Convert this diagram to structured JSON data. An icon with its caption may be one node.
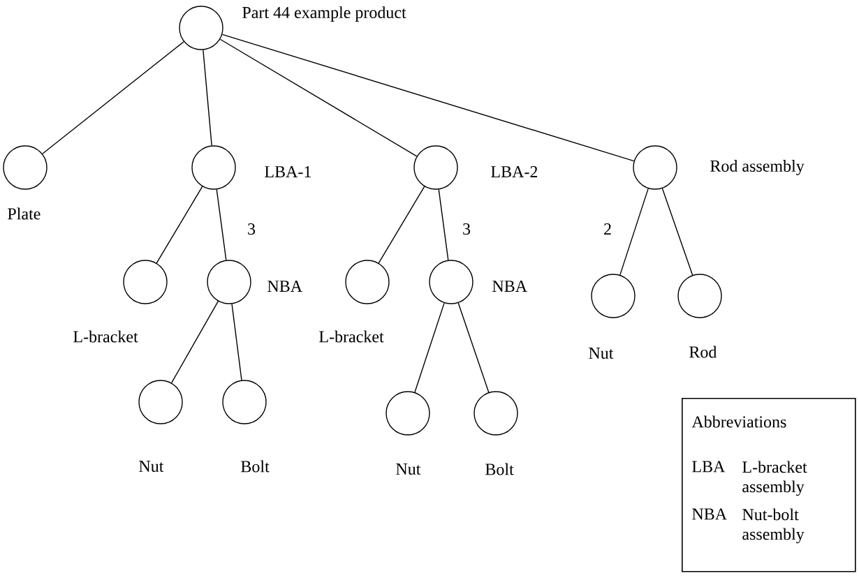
{
  "diagram": {
    "nodes": [
      {
        "text": [
          "Part 44 example product"
        ]
      },
      {
        "text": [
          "Plate"
        ]
      },
      {
        "text": [
          "LBA-1"
        ]
      },
      {
        "text": [
          "LBA-2"
        ]
      },
      {
        "text": [
          "Rod assembly"
        ]
      },
      {
        "text": [
          "L-bracket"
        ]
      },
      {
        "text": [
          "NBA"
        ]
      },
      {
        "text": [
          "L-bracket"
        ]
      },
      {
        "text": [
          "NBA"
        ]
      },
      {
        "text": [
          "Nut"
        ]
      },
      {
        "text": [
          "Rod"
        ]
      },
      {
        "text": [
          "Nut"
        ]
      },
      {
        "text": [
          "Bolt"
        ]
      },
      {
        "text": [
          "Nut"
        ]
      },
      {
        "text": [
          "Bolt"
        ]
      },
      {
        "text": [
          "Abbreviations",
          "LBA",
          "L-bracket assembly",
          "NBA",
          "Nut-bolt assembly"
        ]
      }
    ],
    "edges": [
      {
        "from": 0,
        "to": 1,
        "arrow": "none"
      },
      {
        "from": 0,
        "to": 2,
        "arrow": "none"
      },
      {
        "from": 0,
        "to": 3,
        "arrow": "none"
      },
      {
        "from": 0,
        "to": 4,
        "arrow": "none"
      },
      {
        "from": 2,
        "to": 5,
        "arrow": "none"
      },
      {
        "from": 2,
        "to": 6,
        "arrow": "none",
        "label": "3"
      },
      {
        "from": 3,
        "to": 7,
        "arrow": "none"
      },
      {
        "from": 3,
        "to": 8,
        "arrow": "none",
        "label": "3"
      },
      {
        "from": 4,
        "to": 9,
        "arrow": "none",
        "label": "2"
      },
      {
        "from": 4,
        "to": 10,
        "arrow": "none"
      },
      {
        "from": 6,
        "to": 11,
        "arrow": "none"
      },
      {
        "from": 6,
        "to": 12,
        "arrow": "none"
      },
      {
        "from": 8,
        "to": 13,
        "arrow": "none"
      },
      {
        "from": 8,
        "to": 14,
        "arrow": "none"
      }
    ]
  }
}
